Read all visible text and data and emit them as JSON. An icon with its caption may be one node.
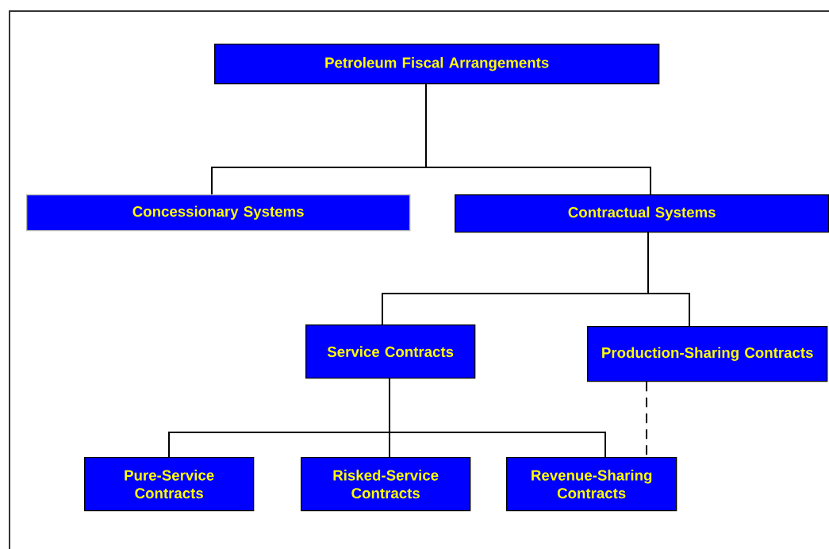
{
  "diagram": {
    "nodes": [
      {
        "text": [
          "Petroleum Fiscal Arrangements"
        ]
      },
      {
        "text": [
          "Concessionary Systems"
        ]
      },
      {
        "text": [
          "Contractual Systems"
        ]
      },
      {
        "text": [
          "Service Contracts"
        ]
      },
      {
        "text": [
          "Production-Sharing Contracts"
        ]
      },
      {
        "text": [
          "Pure-Service Contracts"
        ]
      },
      {
        "text": [
          "Risked-Service Contracts"
        ]
      },
      {
        "text": [
          "Revenue-Sharing Contracts"
        ]
      }
    ],
    "edges": [
      {
        "from": 0,
        "to": 1,
        "arrow": "none"
      },
      {
        "from": 0,
        "to": 2,
        "arrow": "none"
      },
      {
        "from": 2,
        "to": 3,
        "arrow": "none"
      },
      {
        "from": 2,
        "to": 4,
        "arrow": "none"
      },
      {
        "from": 3,
        "to": 5,
        "arrow": "none"
      },
      {
        "from": 3,
        "to": 6,
        "arrow": "none"
      },
      {
        "from": 3,
        "to": 7,
        "arrow": "none"
      },
      {
        "from": 4,
        "to": 7,
        "arrow": "none",
        "style": "dashed"
      }
    ]
  }
}
